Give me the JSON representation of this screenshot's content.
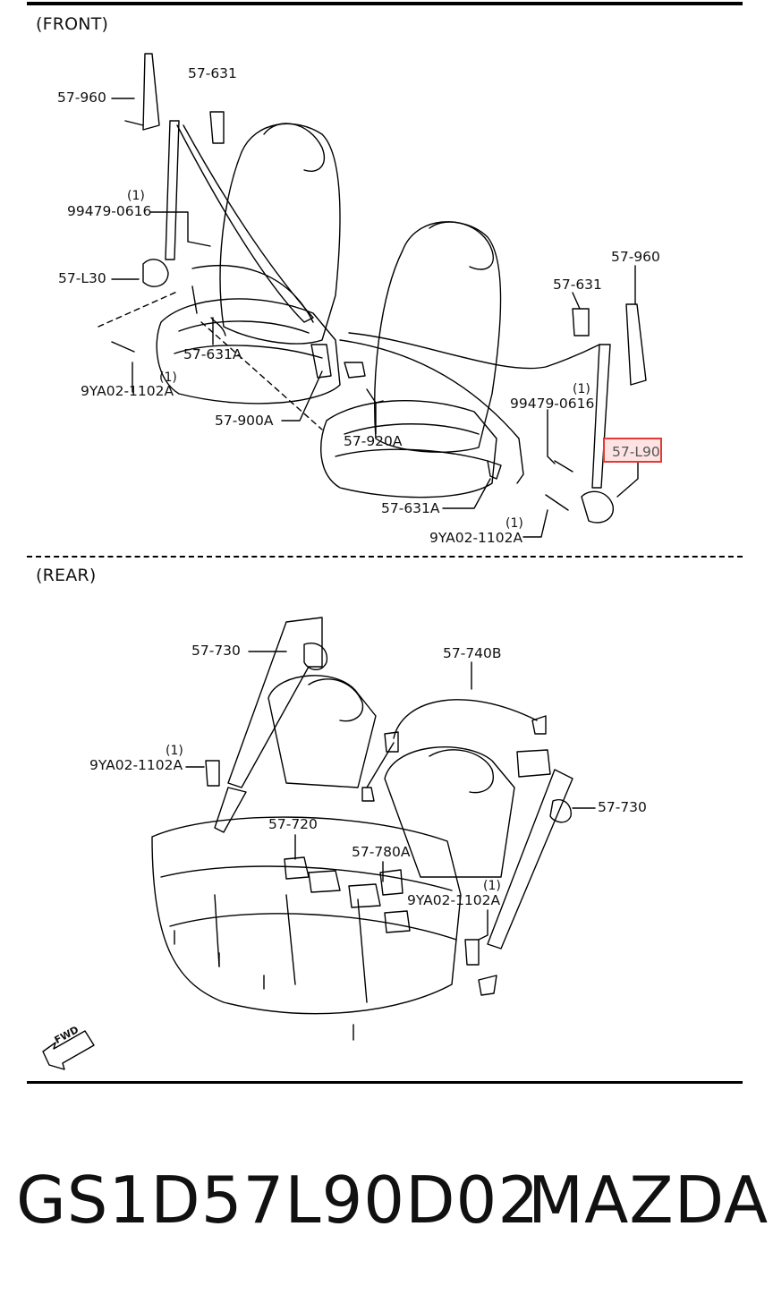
{
  "sections": {
    "front": "(FRONT)",
    "rear": "(REAR)"
  },
  "callouts": {
    "f_57_960_left": "57-960",
    "f_57_631_left": "57-631",
    "f_99479_left_qty": "(1)",
    "f_99479_left": "99479-0616",
    "f_57_l30": "57-L30",
    "f_57_631a_left": "57-631A",
    "f_9ya02_left_qty": "(1)",
    "f_9ya02_left": "9YA02-1102A",
    "f_57_900a": "57-900A",
    "f_57_920a": "57-920A",
    "f_57_960_right": "57-960",
    "f_57_631_right": "57-631",
    "f_99479_right_qty": "(1)",
    "f_99479_right": "99479-0616",
    "f_57_l90": "57-L90",
    "f_57_631a_right": "57-631A",
    "f_9ya02_right_qty": "(1)",
    "f_9ya02_right": "9YA02-1102A",
    "r_57_730_left": "57-730",
    "r_57_740b": "57-740B",
    "r_9ya02_left_qty": "(1)",
    "r_9ya02_left": "9YA02-1102A",
    "r_57_720": "57-720",
    "r_57_780a": "57-780A",
    "r_9ya02_right_qty": "(1)",
    "r_9ya02_right": "9YA02-1102A",
    "r_57_730_right": "57-730"
  },
  "fwd_arrow": "FWD",
  "footer": {
    "part_number": "GS1D57L90D02",
    "brand": "MAZDA"
  },
  "highlight_color": "#e53935"
}
